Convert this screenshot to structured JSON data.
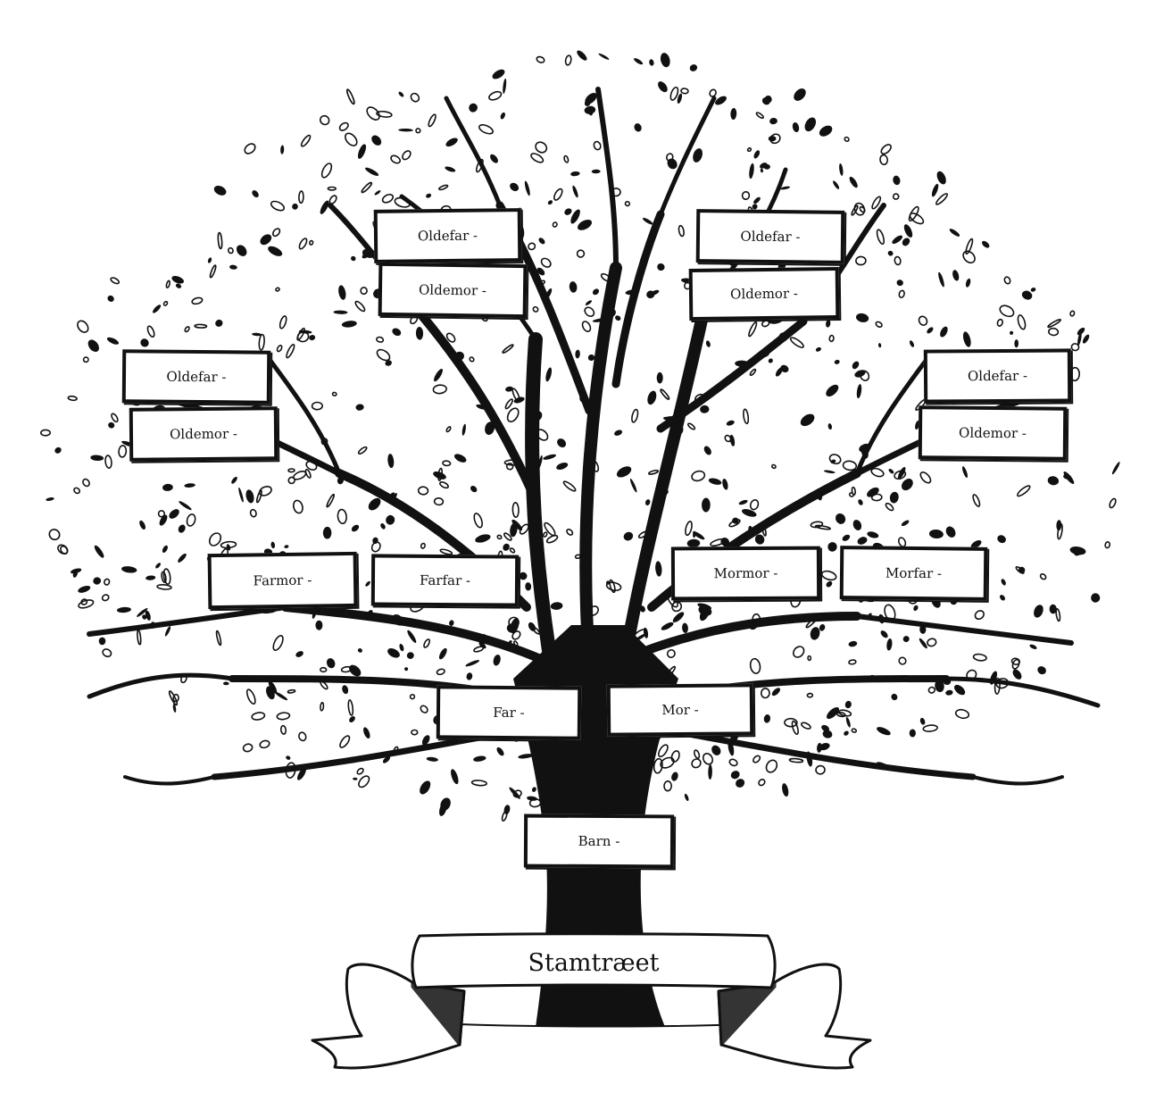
{
  "title": "Stamtræet",
  "boxes": {
    "barn": "Barn -",
    "far": "Far -",
    "mor": "Mor -",
    "farmor": "Farmor -",
    "farfar": "Farfar -",
    "mormor": "Mormor -",
    "morfar": "Morfar -",
    "oldefar_1": "Oldefar -",
    "oldemor_1": "Oldemor -",
    "oldefar_2": "Oldefar -",
    "oldemor_2": "Oldemor -",
    "oldefar_3": "Oldefar -",
    "oldemor_3": "Oldemor -",
    "oldefar_4": "Oldefar -",
    "oldemor_4": "Oldemor -"
  },
  "colors": {
    "ink": "#111111",
    "paper": "#ffffff"
  }
}
